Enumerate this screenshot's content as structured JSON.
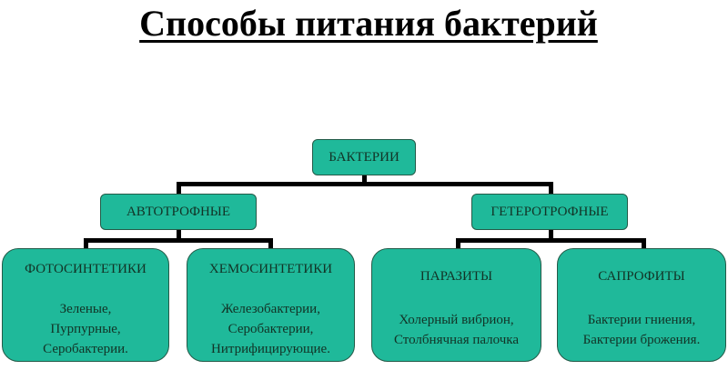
{
  "title": "Способы питания бактерий",
  "root": {
    "label": "БАКТЕРИИ"
  },
  "groups": [
    {
      "label": "АВТОТРОФНЫЕ",
      "children": [
        {
          "label": "ФОТОСИНТЕТИКИ",
          "lines": [
            "Зеленые,",
            "Пурпурные,",
            "Серобактерии."
          ]
        },
        {
          "label": "ХЕМОСИНТЕТИКИ",
          "lines": [
            "Железобактерии,",
            "Серобактерии,",
            "Нитрифицирующие."
          ]
        }
      ]
    },
    {
      "label": "ГЕТЕРОТРОФНЫЕ",
      "children": [
        {
          "label": "ПАРАЗИТЫ",
          "lines": [
            "Холерный вибрион,",
            "Столбнячная палочка"
          ]
        },
        {
          "label": "САПРОФИТЫ",
          "lines": [
            "Бактерии гниения,",
            "Бактерии брожения."
          ]
        }
      ]
    }
  ],
  "colors": {
    "box_fill": "#1fb99a",
    "connector": "#000000"
  }
}
